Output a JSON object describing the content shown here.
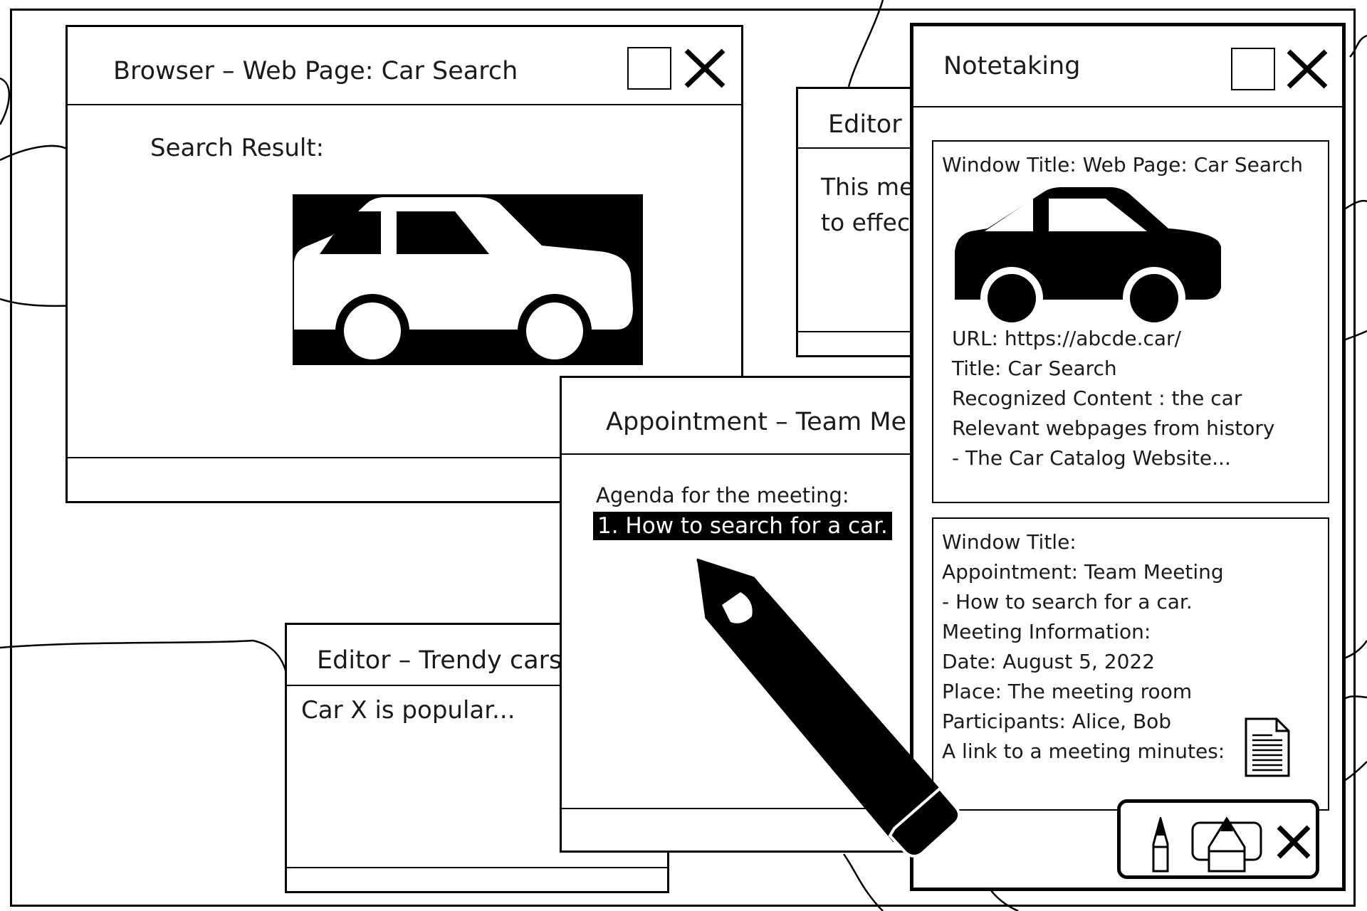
{
  "browser": {
    "title": "Browser – Web Page: Car Search",
    "search_label": "Search Result:",
    "image_icon": "car-icon"
  },
  "editor_back": {
    "title": "Editor –",
    "line1": "This me",
    "line2": "to effec"
  },
  "appointment": {
    "title": "Appointment – Team Me",
    "agenda": "Agenda for the meeting:",
    "item": "1. How to search for a car."
  },
  "editor_trendy": {
    "title": "Editor – Trendy cars",
    "body": "Car X is popular..."
  },
  "notetaking": {
    "title": "Notetaking",
    "note1": {
      "window_title": "Window Title: Web Page: Car Search",
      "icon": "car-icon",
      "url": "URL: https://abcde.car/",
      "title": "Title: Car Search",
      "recognized": "Recognized Content : the car",
      "relevant": "Relevant webpages from history",
      "relevant_item": "- The Car Catalog Website..."
    },
    "note2": {
      "window_title": "Window Title:",
      "appointment": "Appointment: Team Meeting",
      "agenda_item": "- How to search for a car.",
      "info_label": "Meeting Information:",
      "date": "Date: August 5, 2022",
      "place": "Place: The meeting room",
      "participants": "Participants: Alice, Bob",
      "link": "A link to a meeting minutes:",
      "doc_icon": "document-icon"
    },
    "toolbar": {
      "pen_icon": "pen-icon",
      "capture_icon": "capture-pen-icon",
      "close_icon": "close-icon"
    }
  },
  "stylus_icon": "stylus-icon",
  "colors": {
    "line": "#000000",
    "background": "#ffffff",
    "text": "#1a1a1a"
  }
}
